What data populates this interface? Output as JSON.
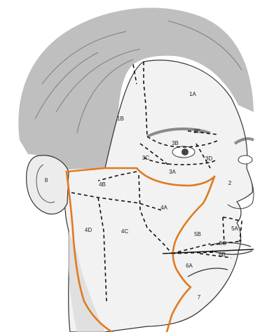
{
  "zones": [
    {
      "id": "1A",
      "label": "1A"
    },
    {
      "id": "1B",
      "label": "1B"
    },
    {
      "id": "2",
      "label": "2"
    },
    {
      "id": "3A",
      "label": "3A"
    },
    {
      "id": "3B",
      "label": "3B"
    },
    {
      "id": "3C",
      "label": "3C"
    },
    {
      "id": "3D",
      "label": "3D"
    },
    {
      "id": "3E",
      "label": "3E"
    },
    {
      "id": "4A",
      "label": "4A"
    },
    {
      "id": "4B",
      "label": "4B"
    },
    {
      "id": "4C",
      "label": "4C"
    },
    {
      "id": "4D",
      "label": "4D"
    },
    {
      "id": "5A",
      "label": "5A"
    },
    {
      "id": "5B",
      "label": "5B"
    },
    {
      "id": "5C",
      "label": "5C"
    },
    {
      "id": "6A",
      "label": "6A"
    },
    {
      "id": "6B",
      "label": "6B"
    },
    {
      "id": "7",
      "label": "7"
    },
    {
      "id": "8",
      "label": "8"
    }
  ],
  "colors": {
    "boundary_orange": "#e07a1f",
    "divider_dash": "#111111",
    "hair": "#6d6d6d",
    "skin_shade": "#d9d9d9"
  }
}
